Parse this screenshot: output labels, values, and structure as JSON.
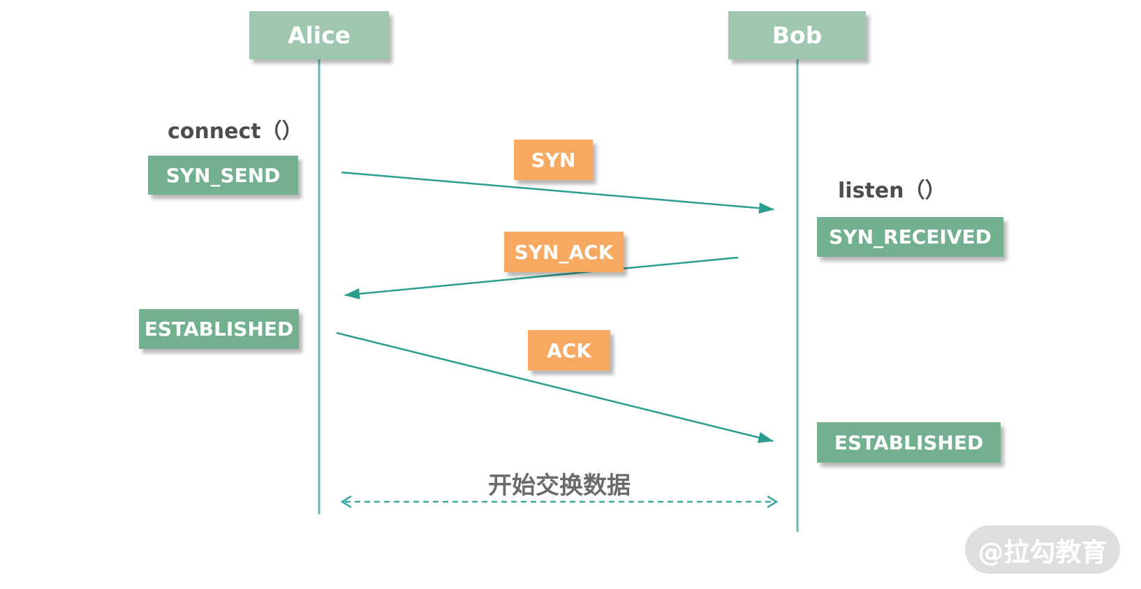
{
  "diagram": {
    "type": "sequence-diagram",
    "topic": "TCP three-way handshake"
  },
  "actors": {
    "left": "Alice",
    "right": "Bob"
  },
  "left_column": {
    "call_label": "connect（）",
    "state_after_call": "SYN_SEND",
    "state_final": "ESTABLISHED"
  },
  "right_column": {
    "call_label": "listen（）",
    "state_after_receive": "SYN_RECEIVED",
    "state_final": "ESTABLISHED"
  },
  "messages": {
    "first": "SYN",
    "second": "SYN_ACK",
    "third": "ACK"
  },
  "exchange_label": "开始交换数据",
  "watermark": "@拉勾教育",
  "colors": {
    "actor_box_green": "#9fc7b0",
    "state_badge_green": "#72b08f",
    "message_badge_orange": "#f8a961",
    "arrow_teal": "#2a9d8f",
    "lifeline_teal": "#62bbb1",
    "label_gray": "#4d4d4d",
    "watermark_gray": "#dedede",
    "text_white": "#ffffff"
  }
}
